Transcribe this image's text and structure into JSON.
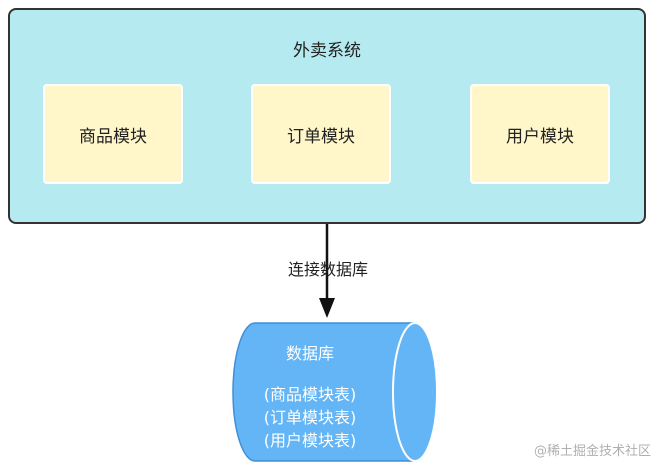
{
  "system": {
    "title": "外卖系统",
    "modules": [
      "商品模块",
      "订单模块",
      "用户模块"
    ]
  },
  "connection": {
    "label": "连接数据库"
  },
  "database": {
    "title": "数据库",
    "tables": [
      "(商品模块表)",
      "(订单模块表)",
      "(用户模块表)"
    ]
  },
  "watermark": "@稀土掘金技术社区",
  "colors": {
    "system_fill": "#b5ebf0",
    "module_fill": "#fff6c9",
    "database_fill": "#64b5f6",
    "border": "#333333"
  }
}
